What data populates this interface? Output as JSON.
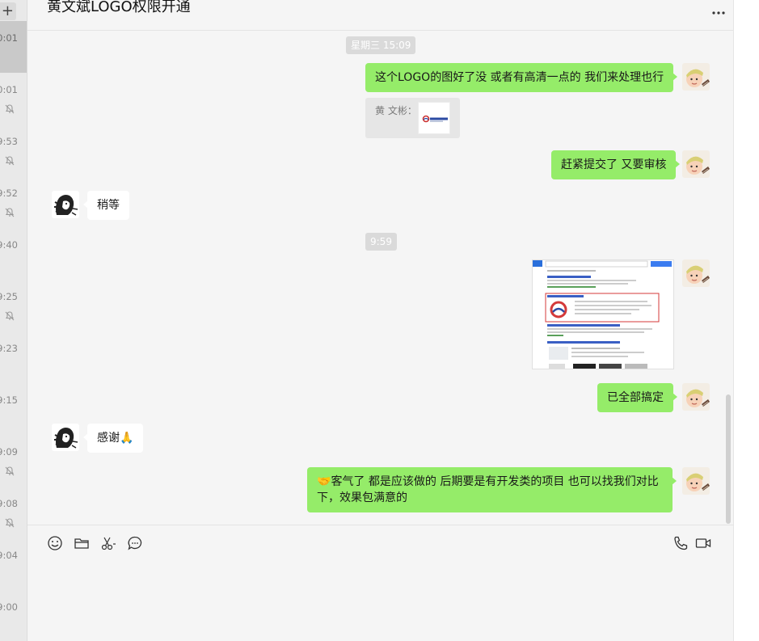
{
  "chat": {
    "title": "黄文斌LOGO权限开通"
  },
  "conversation_list": {
    "add_label": "+",
    "items": [
      {
        "time": "0:01",
        "muted": false,
        "active": true
      },
      {
        "time": "0:01",
        "muted": true
      },
      {
        "time": "9:53",
        "muted": true
      },
      {
        "time": "9:52",
        "muted": true
      },
      {
        "time": "9:40",
        "muted": false
      },
      {
        "time": "9:25",
        "muted": true
      },
      {
        "time": "9:23",
        "muted": false
      },
      {
        "time": "9:15",
        "muted": false
      },
      {
        "time": "9:09",
        "muted": true
      },
      {
        "time": "9:08",
        "muted": true
      },
      {
        "time": "9:04",
        "muted": false
      },
      {
        "time": "9:00",
        "muted": false
      }
    ]
  },
  "messages": {
    "time_1": "星期三 15:09",
    "msg_1": "这个LOGO的图好了没 或者有高清一点的 我们来处理也行",
    "quote_label": "黄 文彬：",
    "msg_2": "赶紧提交了 又要审核",
    "msg_3": "稍等",
    "time_2": "9:59",
    "msg_4": "已全部搞定",
    "msg_5_text": "感谢",
    "msg_5_emoji": "🙏",
    "msg_6_emoji": "🤝",
    "msg_6": "客气了 都是应该做的  后期要是有开发类的项目 也可以找我们对比下，效果包满意的"
  },
  "colors": {
    "my_bubble": "#95ec69",
    "their_bubble": "#ffffff",
    "background": "#f5f5f5",
    "time_badge": "#dadada"
  },
  "icons": {
    "toolbar": [
      "emoji-icon",
      "folder-icon",
      "scissors-icon",
      "chat-history-icon",
      "phone-icon",
      "video-call-icon"
    ],
    "header": "more-icon"
  }
}
